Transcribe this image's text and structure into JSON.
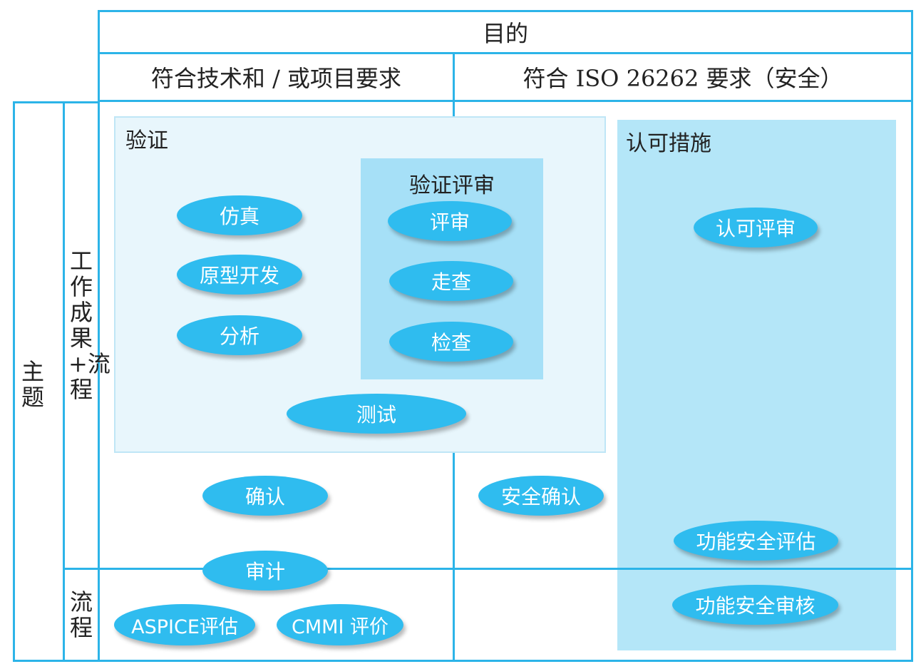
{
  "header": {
    "purpose": "目的",
    "col_technical": "符合技术和 / 或项目要求",
    "col_iso": "符合 ISO 26262 要求（安全）"
  },
  "rows": {
    "subject": "主题",
    "work_products_process": "工作成果+流程",
    "process": "流程"
  },
  "zones": {
    "verification": "验证",
    "verification_review": "验证评审",
    "confirmation_measures": "认可措施"
  },
  "ovals": {
    "simulation": "仿真",
    "prototyping": "原型开发",
    "analysis": "分析",
    "review": "评审",
    "walkthrough": "走查",
    "inspection": "检查",
    "testing": "测试",
    "confirmation_review": "认可评审",
    "validation": "确认",
    "safety_validation": "安全确认",
    "functional_safety_assessment": "功能安全评估",
    "audit": "审计",
    "functional_safety_audit": "功能安全审核",
    "aspice_assessment": "ASPICE评估",
    "cmmi_appraisal": "CMMI 评价"
  },
  "colors": {
    "grid_line": "#2cb4e8",
    "oval_fill": "#2fbcef",
    "verification_zone": "#e8f6fc",
    "review_zone": "#a6e0f7",
    "confirmation_zone": "#b4e6f8"
  }
}
